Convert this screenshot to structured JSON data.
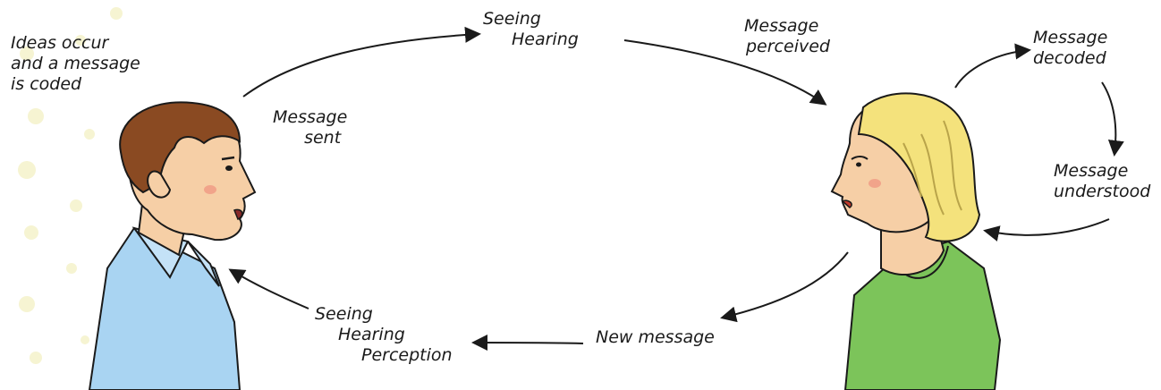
{
  "labels": {
    "ideas": [
      "Ideas occur",
      "and a message",
      "is coded"
    ],
    "sent": [
      "Message",
      "sent"
    ],
    "top_channel": [
      "Seeing",
      "Hearing"
    ],
    "perceived": [
      "Message",
      "perceived"
    ],
    "decoded": [
      "Message",
      "decoded"
    ],
    "understood": [
      "Message",
      "understood"
    ],
    "new_message": "New message",
    "bottom_channel": [
      "Seeing",
      "Hearing",
      "Perception"
    ]
  },
  "colors": {
    "arrow": "#1a1a1a",
    "man_shirt": "#a9d4f2",
    "man_hair": "#8a4a22",
    "skin": "#f6cfa6",
    "woman_hair": "#f4e27c",
    "woman_top": "#7cc45a",
    "background_dots": "#f6f4d2"
  },
  "icons": {
    "sender": "man-speaking-icon",
    "receiver": "woman-listening-icon"
  }
}
